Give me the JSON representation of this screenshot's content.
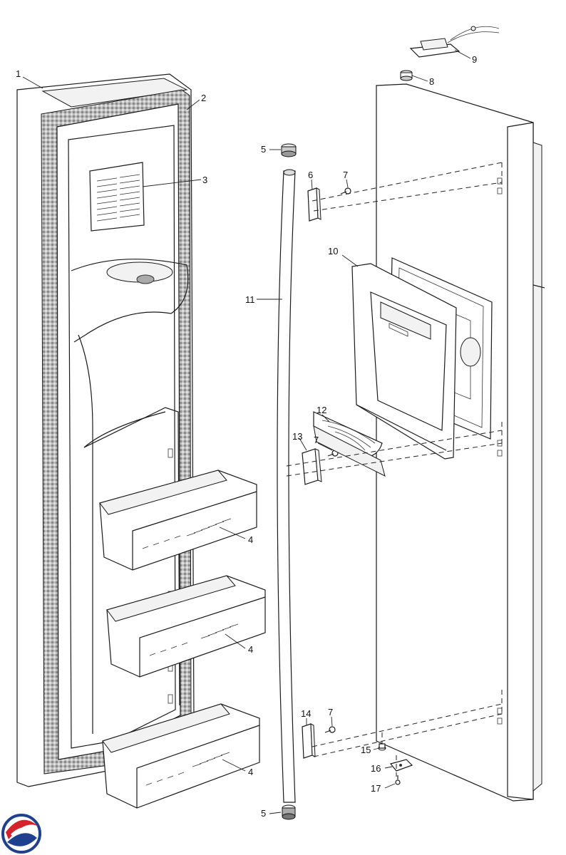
{
  "diagram": {
    "callouts": [
      {
        "id": "c1",
        "label": "1"
      },
      {
        "id": "c2",
        "label": "2"
      },
      {
        "id": "c3",
        "label": "3"
      },
      {
        "id": "c4a",
        "label": "4"
      },
      {
        "id": "c4b",
        "label": "4"
      },
      {
        "id": "c4c",
        "label": "4"
      },
      {
        "id": "c5a",
        "label": "5"
      },
      {
        "id": "c5b",
        "label": "5"
      },
      {
        "id": "c6",
        "label": "6"
      },
      {
        "id": "c7a",
        "label": "7"
      },
      {
        "id": "c7b",
        "label": "7"
      },
      {
        "id": "c7c",
        "label": "7"
      },
      {
        "id": "c8",
        "label": "8"
      },
      {
        "id": "c9",
        "label": "9"
      },
      {
        "id": "c10",
        "label": "10"
      },
      {
        "id": "c11",
        "label": "11"
      },
      {
        "id": "c12",
        "label": "12"
      },
      {
        "id": "c13",
        "label": "13"
      },
      {
        "id": "c14",
        "label": "14"
      },
      {
        "id": "c15",
        "label": "15"
      },
      {
        "id": "c16",
        "label": "16"
      },
      {
        "id": "c17",
        "label": "17"
      }
    ],
    "logo": {
      "colors": {
        "red": "#d4232b",
        "blue": "#1f3f8f"
      }
    }
  }
}
